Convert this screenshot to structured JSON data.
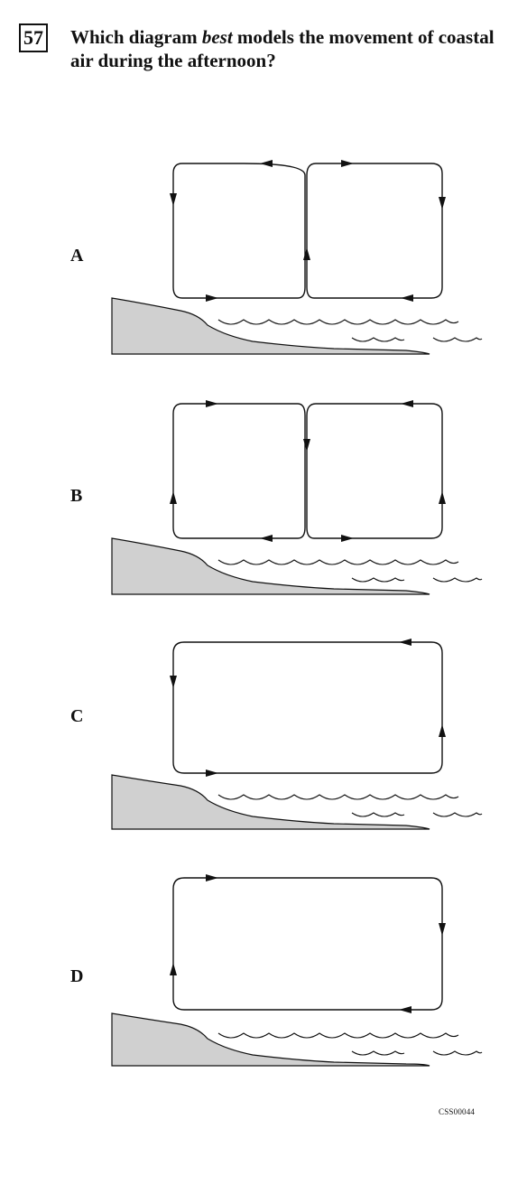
{
  "question": {
    "number": "57",
    "text_before": "Which diagram ",
    "text_emphasis": "best",
    "text_after": " models the movement of coastal air during the afternoon?"
  },
  "choices": [
    {
      "label": "A"
    },
    {
      "label": "B"
    },
    {
      "label": "C"
    },
    {
      "label": "D"
    }
  ],
  "item_code": "CSS00044",
  "colors": {
    "land_fill": "#d0d0d0",
    "line": "#111111"
  }
}
